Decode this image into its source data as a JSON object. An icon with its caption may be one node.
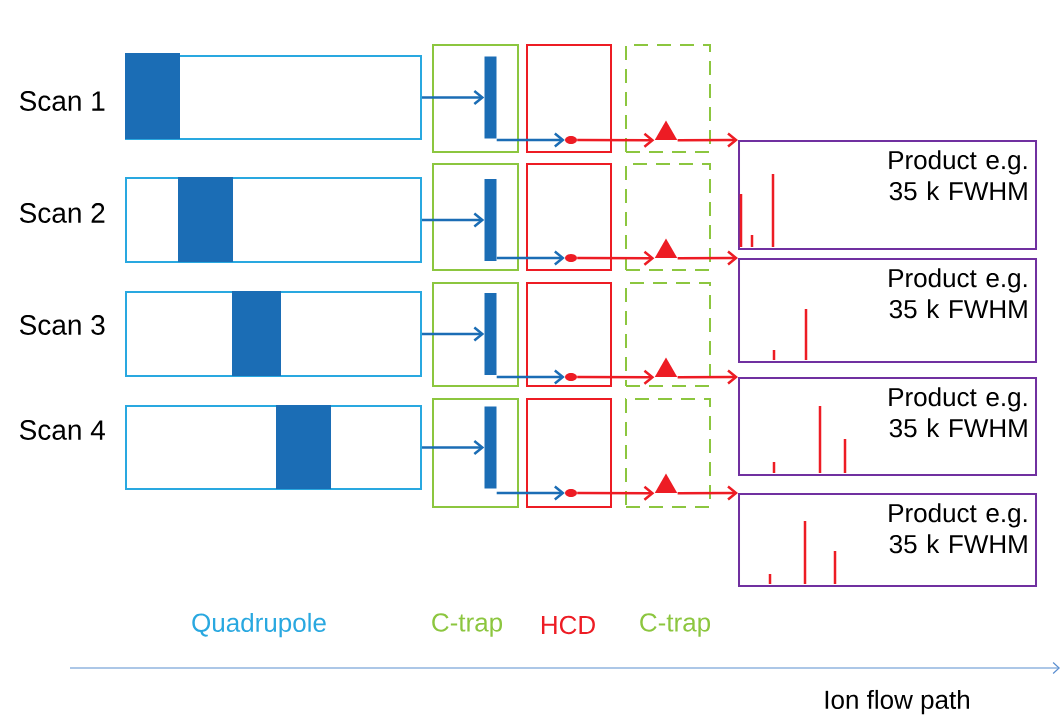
{
  "diagram": {
    "nodes": [
      {
        "text": [],
        "shape": "box",
        "beside": [
          "Scan 1"
        ]
      },
      {
        "text": [],
        "shape": "box"
      },
      {
        "text": [],
        "shape": "bar",
        "in": 1
      },
      {
        "text": [],
        "shape": "box"
      },
      {
        "text": [],
        "shape": "circle",
        "in": 3
      },
      {
        "text": [],
        "shape": "box"
      },
      {
        "text": [],
        "shape": "triangle",
        "in": 5
      },
      {
        "text": [
          "Product e.g. 35 k FWHM"
        ]
      },
      {
        "text": [],
        "shape": "box",
        "beside": [
          "Scan 2"
        ]
      },
      {
        "text": [],
        "shape": "box"
      },
      {
        "text": [],
        "shape": "bar",
        "in": 9
      },
      {
        "text": [],
        "shape": "box"
      },
      {
        "text": [],
        "shape": "circle",
        "in": 11
      },
      {
        "text": [],
        "shape": "box"
      },
      {
        "text": [],
        "shape": "triangle",
        "in": 13
      },
      {
        "text": [
          "Product e.g. 35 k FWHM"
        ]
      },
      {
        "text": [],
        "shape": "box",
        "beside": [
          "Scan 3"
        ]
      },
      {
        "text": [],
        "shape": "box"
      },
      {
        "text": [],
        "shape": "bar",
        "in": 17
      },
      {
        "text": [],
        "shape": "box"
      },
      {
        "text": [],
        "shape": "circle",
        "in": 19
      },
      {
        "text": [],
        "shape": "box"
      },
      {
        "text": [],
        "shape": "triangle",
        "in": 21
      },
      {
        "text": [
          "Product e.g. 35 k FWHM"
        ]
      },
      {
        "text": [],
        "shape": "box",
        "beside": [
          "Scan 4"
        ]
      },
      {
        "text": [],
        "shape": "box"
      },
      {
        "text": [],
        "shape": "bar",
        "in": 25
      },
      {
        "text": [],
        "shape": "box"
      },
      {
        "text": [],
        "shape": "circle",
        "in": 27
      },
      {
        "text": [],
        "shape": "box"
      },
      {
        "text": [],
        "shape": "triangle",
        "in": 29
      },
      {
        "text": [
          "Product e.g. 35 k FWHM"
        ]
      }
    ],
    "edges": [
      {
        "from": 0,
        "to": 2,
        "arrow": "to",
        "color": "#1b6db5"
      },
      {
        "from": 2,
        "to": 4,
        "arrow": "to",
        "color": "#1b6db5"
      },
      {
        "from": 4,
        "to": 6,
        "arrow": "to",
        "color": "#ed1c24"
      },
      {
        "from": 6,
        "to": 7,
        "arrow": "to",
        "color": "#ed1c24"
      },
      {
        "from": 8,
        "to": 10,
        "arrow": "to",
        "color": "#1b6db5"
      },
      {
        "from": 10,
        "to": 12,
        "arrow": "to",
        "color": "#1b6db5"
      },
      {
        "from": 12,
        "to": 14,
        "arrow": "to",
        "color": "#ed1c24"
      },
      {
        "from": 14,
        "to": 15,
        "arrow": "to",
        "color": "#ed1c24"
      },
      {
        "from": 16,
        "to": 18,
        "arrow": "to",
        "color": "#1b6db5"
      },
      {
        "from": 18,
        "to": 20,
        "arrow": "to",
        "color": "#1b6db5"
      },
      {
        "from": 20,
        "to": 22,
        "arrow": "to",
        "color": "#ed1c24"
      },
      {
        "from": 22,
        "to": 23,
        "arrow": "to",
        "color": "#ed1c24"
      },
      {
        "from": 24,
        "to": 26,
        "arrow": "to",
        "color": "#1b6db5"
      },
      {
        "from": 26,
        "to": 28,
        "arrow": "to",
        "color": "#1b6db5"
      },
      {
        "from": 28,
        "to": 30,
        "arrow": "to",
        "color": "#ed1c24"
      },
      {
        "from": 30,
        "to": 31,
        "arrow": "to",
        "color": "#ed1c24"
      }
    ],
    "labels": [
      "Quadrupole",
      "C-trap",
      "HCD",
      "C-trap",
      "Ion flow path"
    ]
  }
}
